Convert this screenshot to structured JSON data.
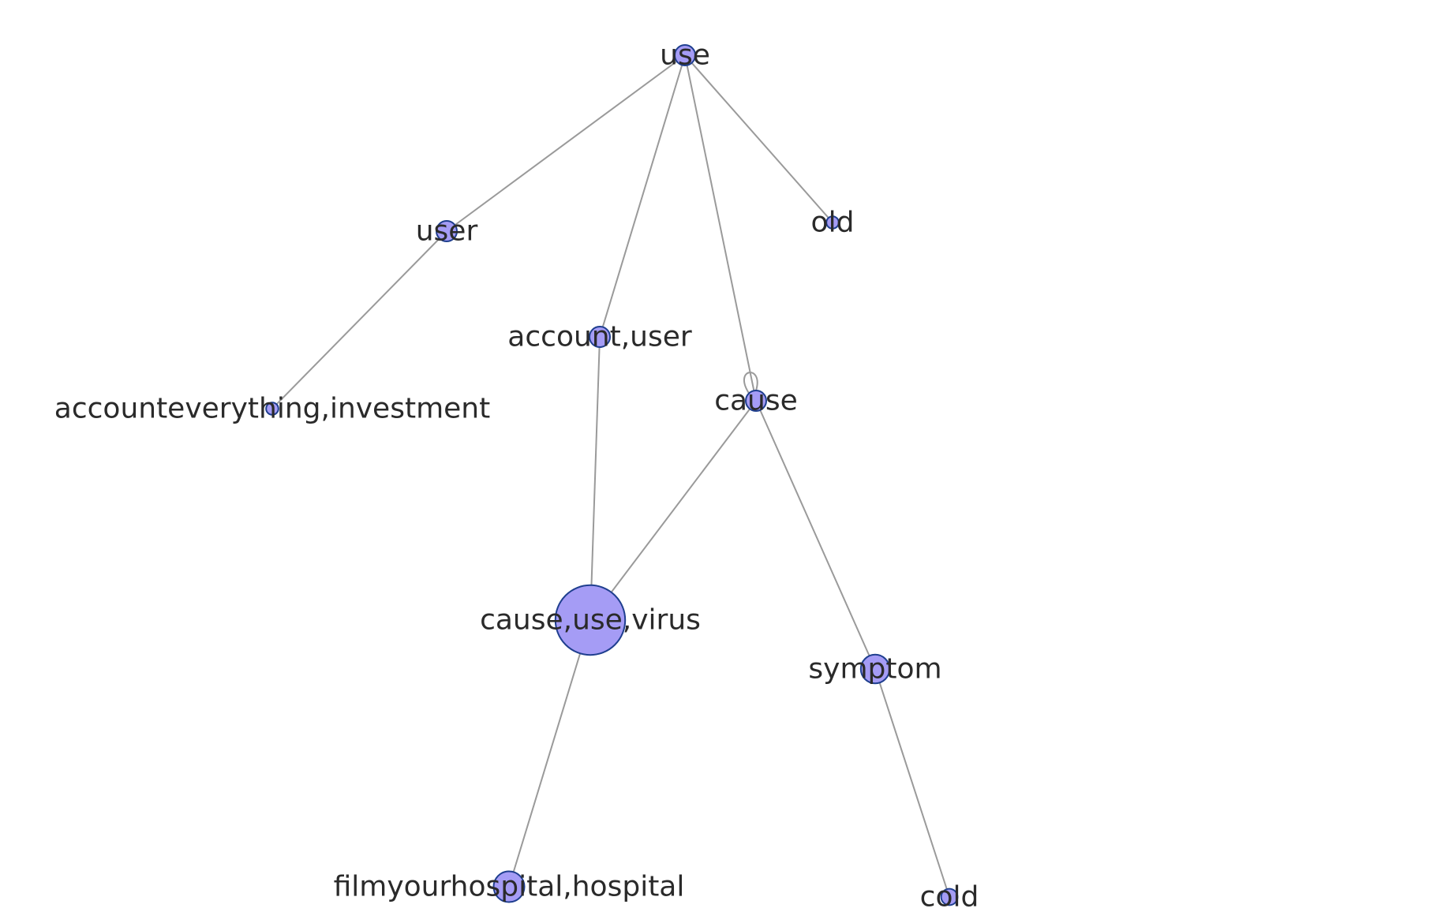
{
  "graph": {
    "node_color": "#a59cf5",
    "node_stroke": "#1f3f8f",
    "edge_color": "#9a9a9a",
    "nodes": [
      {
        "id": "use",
        "label": "use",
        "size": 1
      },
      {
        "id": "user",
        "label": "user",
        "size": 1
      },
      {
        "id": "old",
        "label": "old",
        "size": 0.6
      },
      {
        "id": "account_user",
        "label": "account,user",
        "size": 1
      },
      {
        "id": "accounteverything_investment",
        "label": "accounteverything,investment",
        "size": 0.6
      },
      {
        "id": "cause",
        "label": "cause",
        "size": 1
      },
      {
        "id": "cause_use_virus",
        "label": "cause,use,virus",
        "size": 3.4
      },
      {
        "id": "symptom",
        "label": "symptom",
        "size": 1.4
      },
      {
        "id": "filmyourhospital_hospital",
        "label": "filmyourhospital,hospital",
        "size": 1.5
      },
      {
        "id": "cold",
        "label": "cold",
        "size": 0.8
      }
    ],
    "edges": [
      {
        "source": "use",
        "target": "user"
      },
      {
        "source": "use",
        "target": "account_user"
      },
      {
        "source": "use",
        "target": "cause"
      },
      {
        "source": "use",
        "target": "old"
      },
      {
        "source": "user",
        "target": "accounteverything_investment"
      },
      {
        "source": "account_user",
        "target": "cause_use_virus"
      },
      {
        "source": "cause",
        "target": "cause_use_virus"
      },
      {
        "source": "cause",
        "target": "symptom"
      },
      {
        "source": "cause",
        "target": "cause"
      },
      {
        "source": "cause_use_virus",
        "target": "filmyourhospital_hospital"
      },
      {
        "source": "symptom",
        "target": "cold"
      }
    ]
  }
}
